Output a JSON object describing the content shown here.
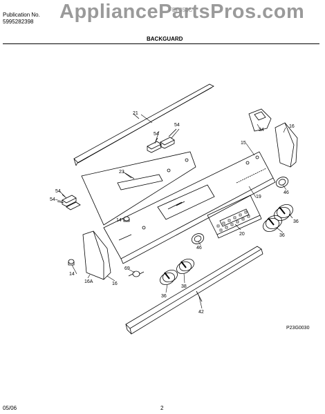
{
  "header": {
    "publication_label": "Publication No.",
    "publication_number": "5995282398",
    "watermark": "AppliancePartsPros.com",
    "model_partial": "FEF352C",
    "section_title": "BACKGUARD"
  },
  "diagram": {
    "part_labels": [
      "21",
      "54",
      "54",
      "24",
      "16",
      "15",
      "23",
      "19",
      "46",
      "54",
      "54",
      "14",
      "20",
      "36",
      "46",
      "36",
      "69",
      "14",
      "16A",
      "16",
      "38",
      "36",
      "42"
    ],
    "drawing_code": "P23G0030"
  },
  "footer": {
    "date": "05/06",
    "page": "2"
  }
}
